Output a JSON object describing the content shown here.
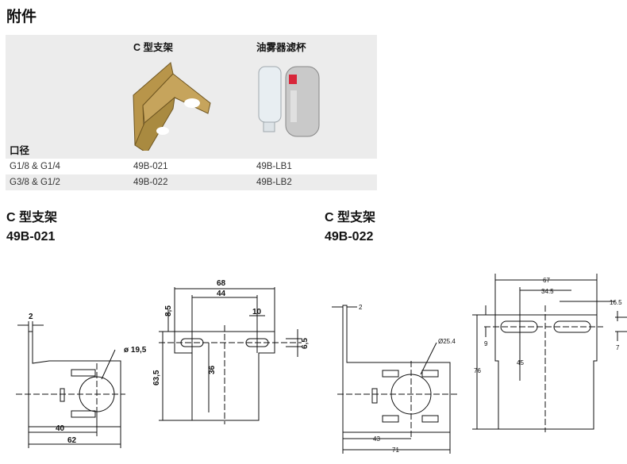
{
  "title": "附件",
  "table": {
    "headers": [
      "",
      "C 型支架",
      "油雾器滤杯"
    ],
    "port_label": "口径",
    "rows": [
      {
        "port": "G1/8 & G1/4",
        "bracket": "49B-021",
        "bowl": "49B-LB1"
      },
      {
        "port": "G3/8 & G1/2",
        "bracket": "49B-022",
        "bowl": "49B-LB2"
      }
    ]
  },
  "sections": [
    {
      "title": "C 型支架",
      "code": "49B-021",
      "dims": {
        "thickness": "2",
        "hole": "ø 19,5",
        "center": "40",
        "length": "62",
        "width": "68",
        "slot_pitch": "44",
        "slot_len": "10",
        "top_offset": "8,5",
        "height": "63,5",
        "slot_depth": "36",
        "slot_w": "6,5"
      }
    },
    {
      "title": "C 型支架",
      "code": "49B-022",
      "dims": {
        "thickness": "2",
        "hole": "Ø25.4",
        "center": "43",
        "length": "71",
        "width": "67",
        "slot_pitch": "34.5",
        "slot_len": "16.5",
        "top_offset": "9",
        "height": "76",
        "slot_depth": "45",
        "slot_w": "7"
      }
    }
  ]
}
